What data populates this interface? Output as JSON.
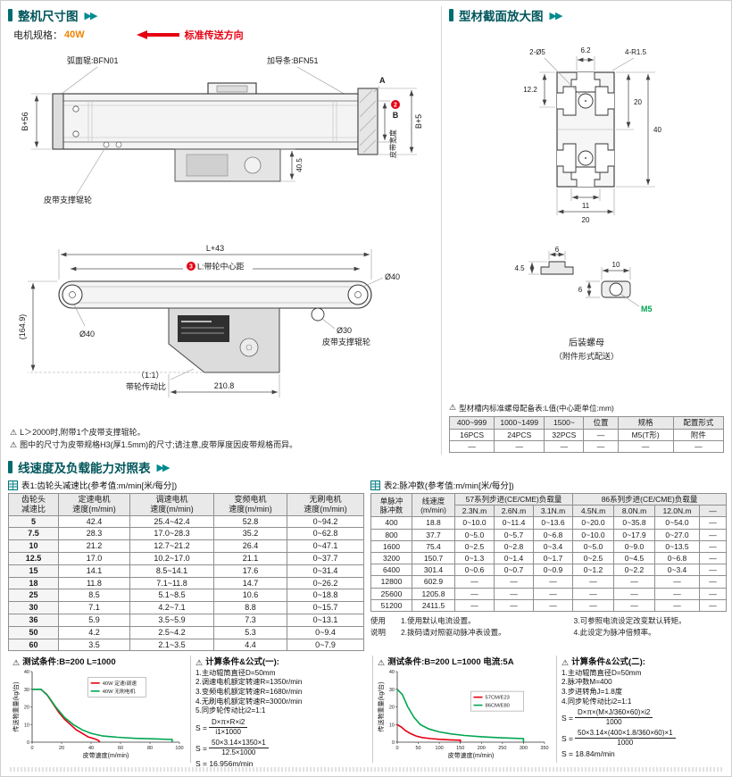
{
  "colors": {
    "teal": "#006b70",
    "orange": "#f08300",
    "red": "#e60012",
    "green": "#00a651"
  },
  "sections": {
    "s1": "整机尺寸图",
    "s2": "型材截面放大图",
    "s3": "线速度及负载能力对照表"
  },
  "overall": {
    "motor_label": "电机规格：",
    "motor_value": "40W",
    "direction": "标准传送方向",
    "top_view": {
      "arc_roller": "弧面辊:BFN01",
      "guide_strip": "加导条:BFN51",
      "section_a": "A",
      "support_roller": "皮带支撑辊轮",
      "dim_b56": "B+56",
      "dim_b5": "B+5",
      "belt_width_badge": "2",
      "belt_width_b": "B",
      "belt_width_label": "皮带宽度",
      "dim_405": "40.5"
    },
    "side_view": {
      "dim_l43": "L+43",
      "center_badge": "3",
      "center_label": "L:带轮中心距",
      "dia40_left": "Ø40",
      "dia40_right": "Ø40",
      "dia30": "Ø30",
      "support_roller": "皮带支撑辊轮",
      "dim_1649": "(164.9)",
      "ratio": "（1:1）",
      "ratio_label": "带轮传动比",
      "dim_2108": "210.8"
    },
    "notes": [
      "L＞2000时,附带1个皮带支撑辊轮。",
      "图中的尺寸为皮带规格H3(厚1.5mm)的尺寸;请注意,皮带厚度因皮带规格而异。"
    ]
  },
  "profile": {
    "dims": {
      "holes": "2-Ø5",
      "slot_w": "6.2",
      "corner": "4-R1.5",
      "d122": "12.2",
      "d20_right": "20",
      "d40": "40",
      "d11": "11",
      "d20_bottom": "20"
    },
    "nut": {
      "d6_top": "6",
      "d45": "4.5",
      "d10": "10",
      "d6_left": "6",
      "thread": "M5",
      "name": "后装螺母",
      "delivery": "（附件形式配送）"
    },
    "note": "型材槽内标准螺母配备表:L值(中心距单位:mm)",
    "nut_table": {
      "headers": [
        "400~999",
        "1000~1499",
        "1500~",
        "位置",
        "规格",
        "配置形式"
      ],
      "rows": [
        [
          "16PCS",
          "24PCS",
          "32PCS",
          "—",
          "M5(T形)",
          "附件"
        ],
        [
          "—",
          "—",
          "—",
          "—",
          "—",
          "—"
        ]
      ]
    }
  },
  "table1": {
    "caption": "表1:齿轮头减速比(参考值:m/min[米/每分])",
    "headers": [
      "齿轮头\n减速比",
      "定速电机\n速度(m/min)",
      "调速电机\n速度(m/min)",
      "变频电机\n速度(m/min)",
      "无刷电机\n速度(m/min)"
    ],
    "rows": [
      [
        "5",
        "42.4",
        "25.4~42.4",
        "52.8",
        "0~94.2"
      ],
      [
        "7.5",
        "28.3",
        "17.0~28.3",
        "35.2",
        "0~62.8"
      ],
      [
        "10",
        "21.2",
        "12.7~21.2",
        "26.4",
        "0~47.1"
      ],
      [
        "12.5",
        "17.0",
        "10.2~17.0",
        "21.1",
        "0~37.7"
      ],
      [
        "15",
        "14.1",
        "8.5~14.1",
        "17.6",
        "0~31.4"
      ],
      [
        "18",
        "11.8",
        "7.1~11.8",
        "14.7",
        "0~26.2"
      ],
      [
        "25",
        "8.5",
        "5.1~8.5",
        "10.6",
        "0~18.8"
      ],
      [
        "30",
        "7.1",
        "4.2~7.1",
        "8.8",
        "0~15.7"
      ],
      [
        "36",
        "5.9",
        "3.5~5.9",
        "7.3",
        "0~13.1"
      ],
      [
        "50",
        "4.2",
        "2.5~4.2",
        "5.3",
        "0~9.4"
      ],
      [
        "60",
        "3.5",
        "2.1~3.5",
        "4.4",
        "0~7.9"
      ]
    ]
  },
  "table2": {
    "caption": "表2:脉冲数(参考值:m/min[米/每分])",
    "h_pulse": "单脉冲\n脉冲数",
    "h_speed": "线速度\n(m/min)",
    "h_57": "57系列步进(CE/CME)负载量",
    "h_86": "86系列步进(CE/CME)负载量",
    "sub_headers": [
      "2.3N.m",
      "2.6N.m",
      "3.1N.m",
      "4.5N.m",
      "8.0N.m",
      "12.0N.m",
      "—"
    ],
    "rows": [
      [
        "400",
        "18.8",
        "0~10.0",
        "0~11.4",
        "0~13.6",
        "0~20.0",
        "0~35.8",
        "0~54.0",
        "—"
      ],
      [
        "800",
        "37.7",
        "0~5.0",
        "0~5.7",
        "0~6.8",
        "0~10.0",
        "0~17.9",
        "0~27.0",
        "—"
      ],
      [
        "1600",
        "75.4",
        "0~2.5",
        "0~2.8",
        "0~3.4",
        "0~5.0",
        "0~9.0",
        "0~13.5",
        "—"
      ],
      [
        "3200",
        "150.7",
        "0~1.3",
        "0~1.4",
        "0~1.7",
        "0~2.5",
        "0~4.5",
        "0~6.8",
        "—"
      ],
      [
        "6400",
        "301.4",
        "0~0.6",
        "0~0.7",
        "0~0.9",
        "0~1.2",
        "0~2.2",
        "0~3.4",
        "—"
      ],
      [
        "12800",
        "602.9",
        "—",
        "—",
        "—",
        "—",
        "—",
        "—",
        "—"
      ],
      [
        "25600",
        "1205.8",
        "—",
        "—",
        "—",
        "—",
        "—",
        "—",
        "—"
      ],
      [
        "51200",
        "2411.5",
        "—",
        "—",
        "—",
        "—",
        "—",
        "—",
        "—"
      ]
    ],
    "usage_label": "使用\n说明",
    "notes_col1": [
      "1.使用默认电流设置。",
      "2.拨码请对照驱动脉冲表设置。"
    ],
    "notes_col2": [
      "3.可参照电流设定改变默认转矩。",
      "4.此设定为脉冲倍频率。"
    ]
  },
  "panels": {
    "s_label": "S =",
    "calc1": {
      "title": "计算条件&公式(一):",
      "lines": [
        "1.主动辊筒直径D=50mm",
        "2.调速电机额定转速R=1350r/min",
        "3.变频电机额定转速R=1680r/min",
        "4.无刷电机额定转速R=3000r/min",
        "5.同步轮传动比i2=1:1"
      ],
      "f1_num": "D×π×R×i2",
      "f1_den": "i1×1000",
      "f2_num": "50×3.14×1350×1",
      "f2_den": "12.5×1000",
      "result": "S = 16.956m/min"
    },
    "calc2": {
      "title": "计算条件&公式(二):",
      "lines": [
        "1.主动辊筒直径D=50mm",
        "2.脉冲数M=400",
        "3.步进转角J=1.8度",
        "4.同步轮传动比i2=1:1"
      ],
      "f1_num": "D×π×(M×J/360×60)×i2",
      "f1_den": "1000",
      "f2_num": "50×3.14×(400×1.8/360×60)×1",
      "f2_den": "1000",
      "result": "S = 18.84m/min"
    }
  },
  "chart_data": [
    {
      "type": "line",
      "title": "测试条件:B=200  L=1000",
      "xlabel": "皮带速度(m/min)",
      "ylabel": "传送物重量(kg/台)",
      "xlim": [
        0,
        100
      ],
      "ylim": [
        0,
        40
      ],
      "xticks": [
        0,
        20,
        40,
        60,
        80,
        100
      ],
      "yticks": [
        0,
        10,
        20,
        30,
        40
      ],
      "grid": false,
      "legend": [
        0.38,
        0.08
      ],
      "series": [
        {
          "name": "40W 定速/调速",
          "color": "#e60012",
          "points": [
            [
              0,
              30
            ],
            [
              6,
              30
            ],
            [
              10,
              27
            ],
            [
              14,
              22
            ],
            [
              18,
              17
            ],
            [
              22,
              13
            ],
            [
              26,
              10
            ],
            [
              30,
              7
            ],
            [
              34,
              5
            ],
            [
              38,
              3
            ],
            [
              42,
              2
            ],
            [
              45,
              1
            ],
            [
              46,
              0
            ]
          ]
        },
        {
          "name": "40W 无刷电机",
          "color": "#00a651",
          "points": [
            [
              0,
              30
            ],
            [
              6,
              30
            ],
            [
              11,
              26
            ],
            [
              16,
              20
            ],
            [
              22,
              14
            ],
            [
              28,
              10
            ],
            [
              34,
              7
            ],
            [
              40,
              5
            ],
            [
              48,
              3.5
            ],
            [
              58,
              2.8
            ],
            [
              70,
              2.2
            ],
            [
              85,
              1.8
            ],
            [
              95,
              1.5
            ],
            [
              95,
              0
            ]
          ]
        }
      ]
    },
    {
      "type": "line",
      "title": "测试条件:B=200  L=1000  电流:5A",
      "xlabel": "皮带速度(m/min)",
      "ylabel": "传送物重量(kg/台)",
      "xlim": [
        0,
        350
      ],
      "ylim": [
        0,
        40
      ],
      "xticks": [
        0,
        50,
        100,
        150,
        200,
        250,
        300,
        350
      ],
      "yticks": [
        0,
        10,
        20,
        30,
        40
      ],
      "grid": false,
      "legend": [
        0.5,
        0.28
      ],
      "series": [
        {
          "name": "57CM/E23",
          "color": "#e60012",
          "points": [
            [
              0,
              10
            ],
            [
              10,
              8.5
            ],
            [
              20,
              6.5
            ],
            [
              32,
              4.8
            ],
            [
              45,
              3.5
            ],
            [
              60,
              2.6
            ],
            [
              80,
              2
            ],
            [
              100,
              1.6
            ],
            [
              125,
              1.3
            ],
            [
              150,
              1.1
            ],
            [
              150,
              0
            ]
          ]
        },
        {
          "name": "86CM/E80",
          "color": "#00a651",
          "points": [
            [
              0,
              30
            ],
            [
              12,
              27
            ],
            [
              25,
              20
            ],
            [
              40,
              14
            ],
            [
              55,
              10
            ],
            [
              75,
              7.5
            ],
            [
              100,
              5.8
            ],
            [
              130,
              4.6
            ],
            [
              160,
              3.8
            ],
            [
              200,
              3.1
            ],
            [
              240,
              2.6
            ],
            [
              280,
              2.2
            ],
            [
              300,
              2
            ],
            [
              300,
              0
            ]
          ]
        }
      ]
    }
  ]
}
